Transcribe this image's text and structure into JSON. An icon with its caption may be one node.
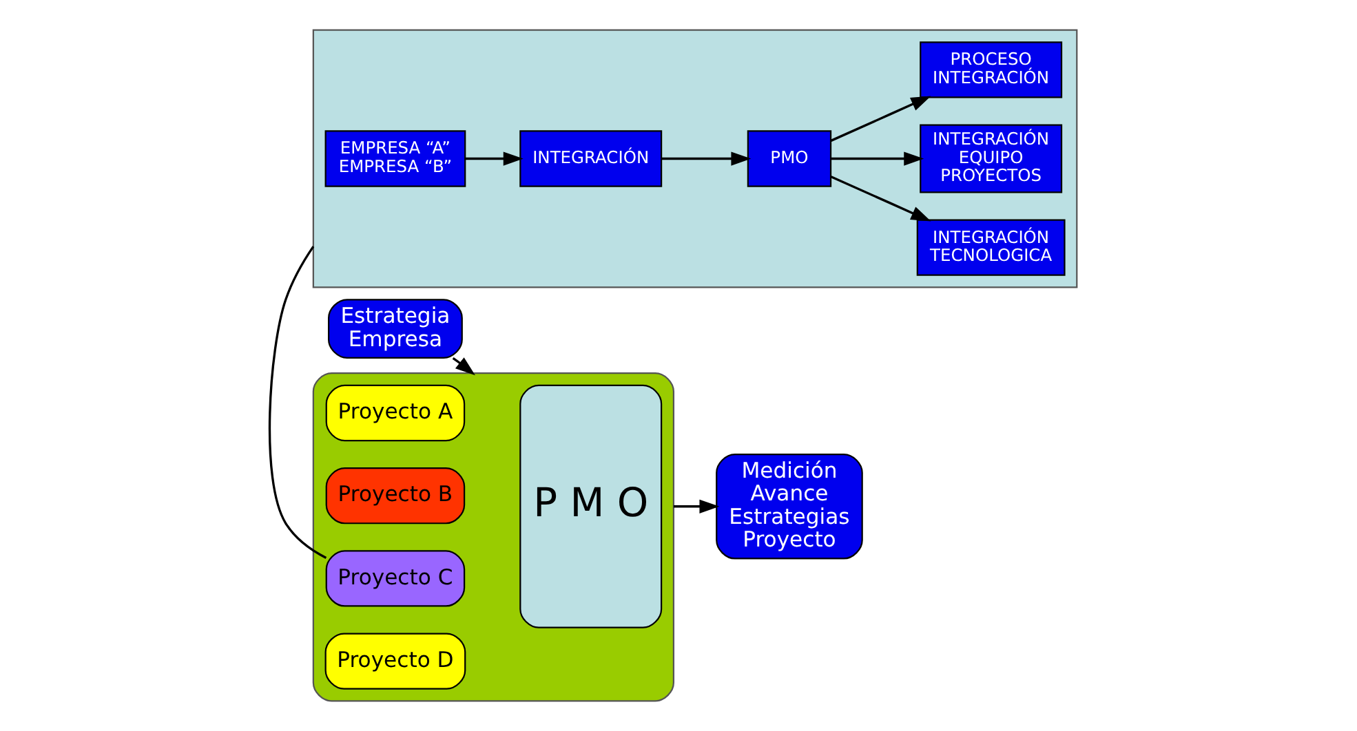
{
  "diagram": {
    "nodes": [
      {
        "text": [
          "Estrategia Empresa"
        ]
      },
      {
        "text": [],
        "shape": "box"
      },
      {
        "text": [
          "P M O"
        ],
        "in": 1
      },
      {
        "text": [
          "Proyecto A"
        ],
        "in": 1
      },
      {
        "text": [
          "Proyecto B"
        ],
        "in": 1
      },
      {
        "text": [
          "Proyecto C"
        ],
        "in": 1
      },
      {
        "text": [
          "Proyecto D"
        ],
        "in": 1
      },
      {
        "text": [
          "Medición Avance Estrategias Proyecto"
        ]
      },
      {
        "text": [],
        "shape": "box"
      },
      {
        "text": [
          "EMPRESA “A” EMPRESA “B”"
        ],
        "in": 8
      },
      {
        "text": [
          "INTEGRACIÓN"
        ],
        "in": 8
      },
      {
        "text": [
          "PMO"
        ],
        "in": 8
      },
      {
        "text": [
          "INTEGRACIÓN TECNOLOGICA"
        ],
        "in": 8
      },
      {
        "text": [
          "INTEGRACIÓN EQUIPO PROYECTOS"
        ],
        "in": 8
      },
      {
        "text": [
          "PROCESO INTEGRACIÓN"
        ],
        "in": 8
      }
    ],
    "edges": [
      {
        "from": 0,
        "to": 1,
        "arrow": "to"
      },
      {
        "from": 1,
        "to": 7,
        "arrow": "to"
      },
      {
        "from": 5,
        "to": 8,
        "arrow": "none"
      },
      {
        "from": 9,
        "to": 10,
        "arrow": "to"
      },
      {
        "from": 10,
        "to": 11,
        "arrow": "to"
      },
      {
        "from": 11,
        "to": 12,
        "arrow": "to"
      },
      {
        "from": 11,
        "to": 13,
        "arrow": "to"
      },
      {
        "from": 11,
        "to": 14,
        "arrow": "to"
      }
    ]
  }
}
